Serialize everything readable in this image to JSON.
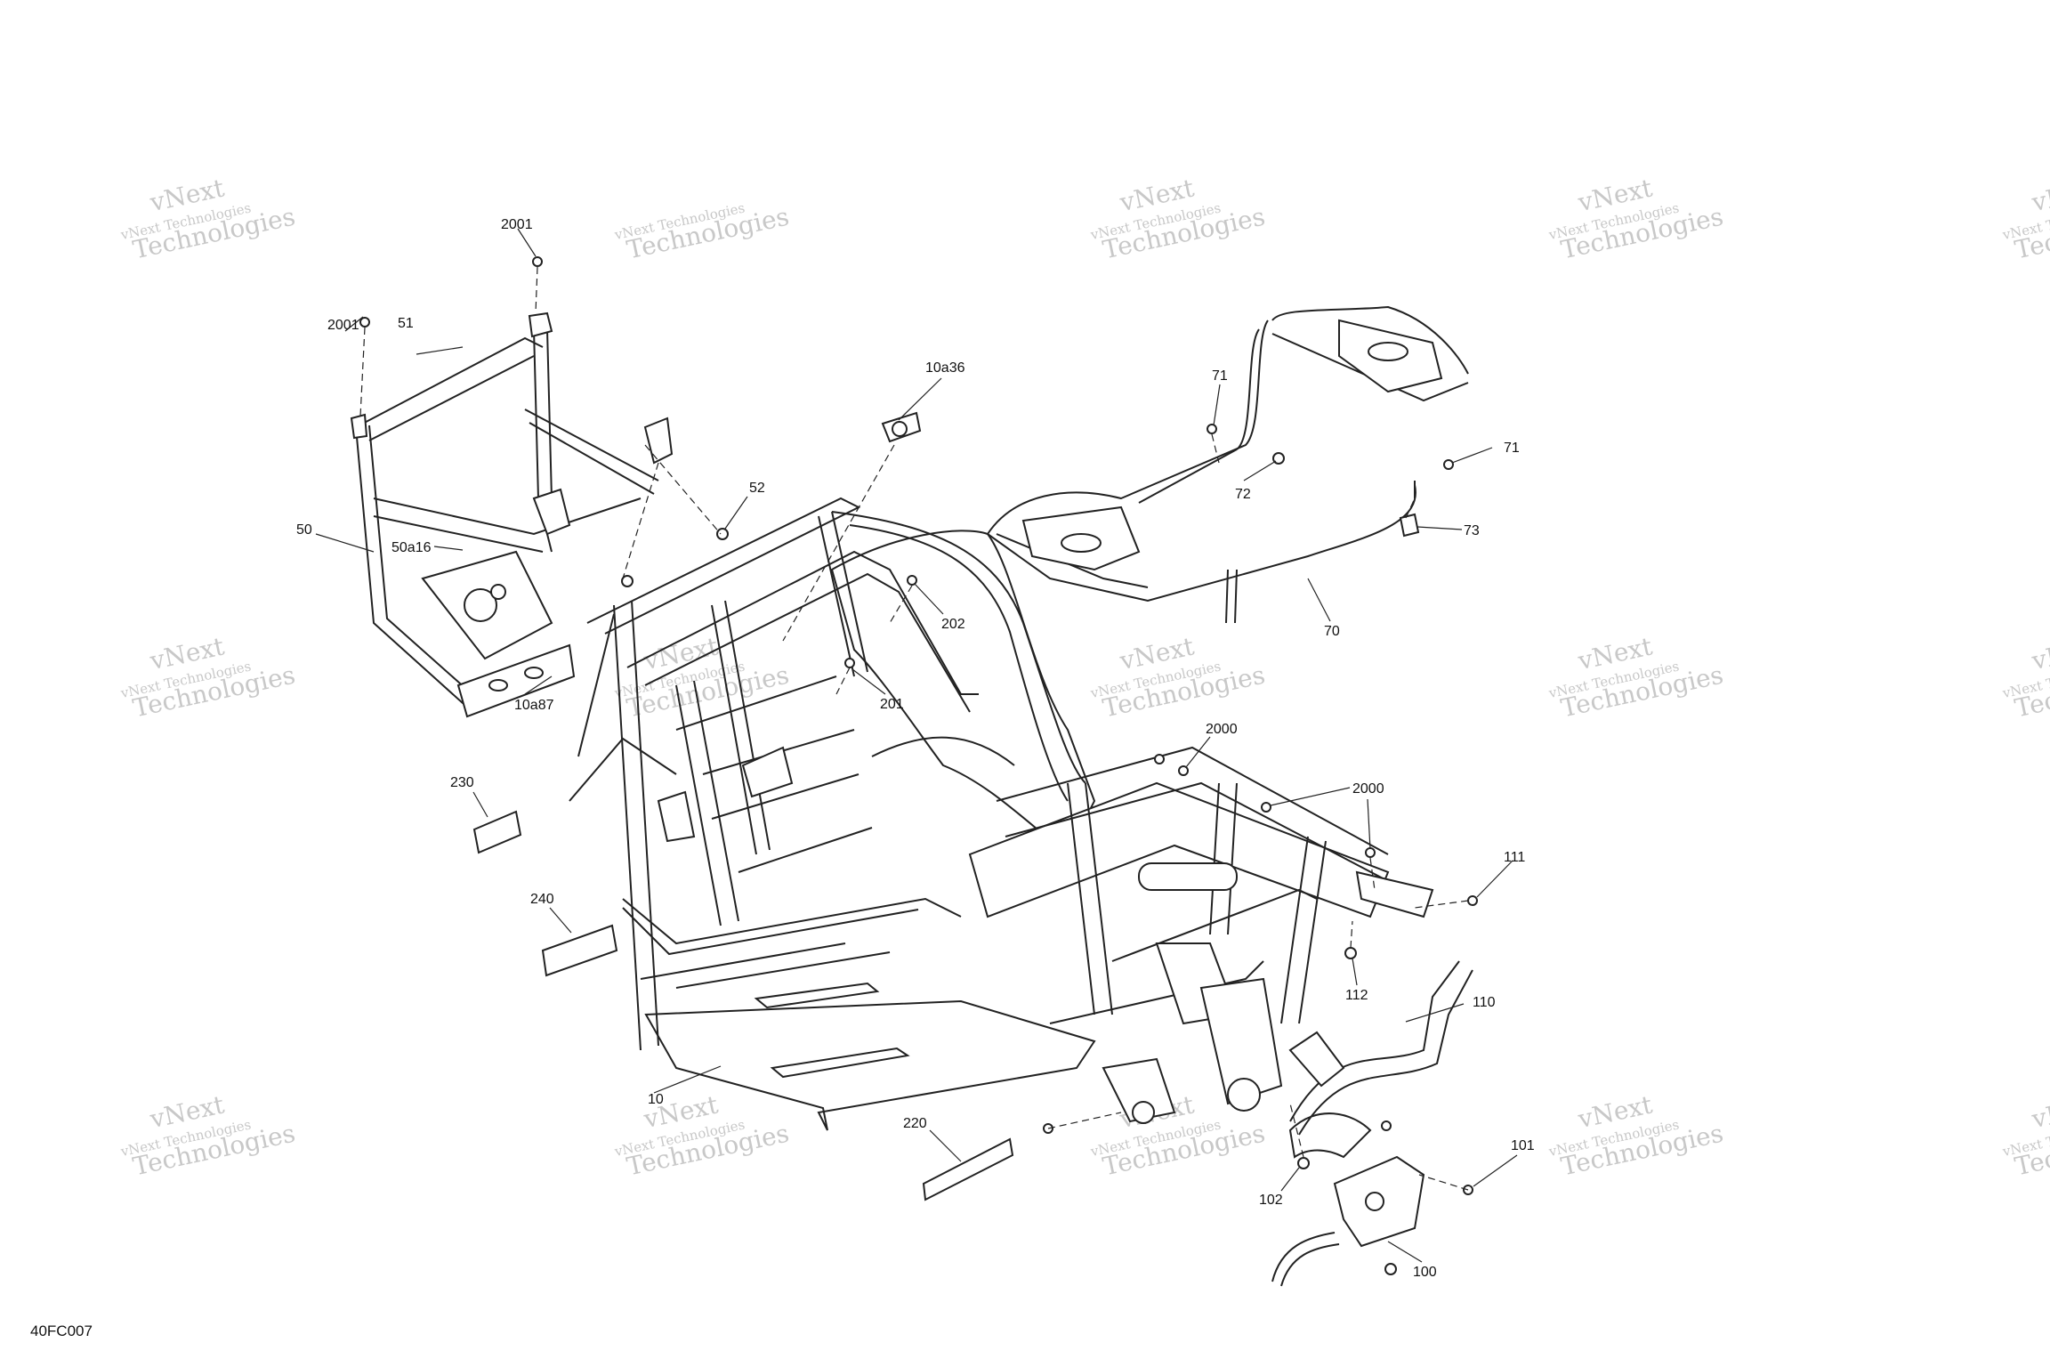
{
  "figure_ref": "40FC007",
  "watermark": {
    "line1": "vNext Technologies",
    "line2": "Technologies",
    "big": "vNext"
  },
  "callouts": {
    "c2001a": "2001",
    "c2001b": "2001",
    "c51": "51",
    "c50": "50",
    "c50a16": "50a16",
    "c10a87": "10a87",
    "c52": "52",
    "c10a36": "10a36",
    "c202": "202",
    "c201": "201",
    "c71a": "71",
    "c71b": "71",
    "c72": "72",
    "c73": "73",
    "c70": "70",
    "c2000a": "2000",
    "c2000b": "2000",
    "c111": "111",
    "c112": "112",
    "c110": "110",
    "c230": "230",
    "c240": "240",
    "c10": "10",
    "c220": "220",
    "c101": "101",
    "c102": "102",
    "c100": "100"
  }
}
